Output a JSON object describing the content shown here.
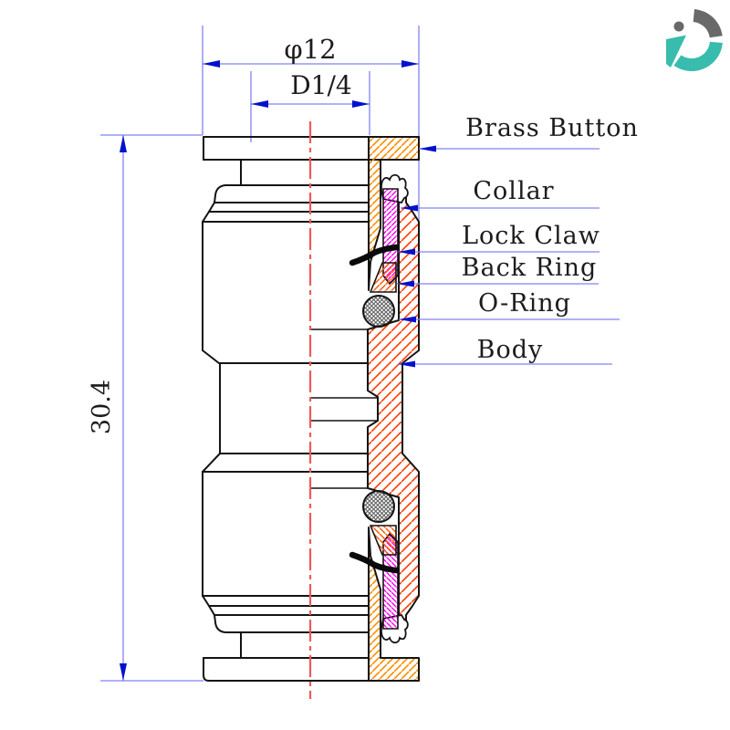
{
  "title": "Push-to-connect pneumatic fitting cross-section drawing",
  "dimensions": {
    "diameter": "φ12",
    "tube_size": "D1/4",
    "overall_length": "30.4"
  },
  "part_labels": [
    {
      "text": "Brass Button"
    },
    {
      "text": "Collar"
    },
    {
      "text": "Lock Claw"
    },
    {
      "text": "Back Ring"
    },
    {
      "text": "O-Ring"
    },
    {
      "text": "Body"
    }
  ],
  "colors": {
    "outline": "#141414",
    "brass_hatch": "#FF8C00",
    "body_hatch": "#FF3A00",
    "back_ring_hatch": "#FF5A00",
    "collar_hatch": "#FF00EE",
    "oring_hatch": "#606060",
    "centerline": "#F25858",
    "dimension_line": "#8282F5",
    "arrow": "#0011CC",
    "logo_teal": "#38BCAD",
    "logo_gray": "#696969"
  }
}
